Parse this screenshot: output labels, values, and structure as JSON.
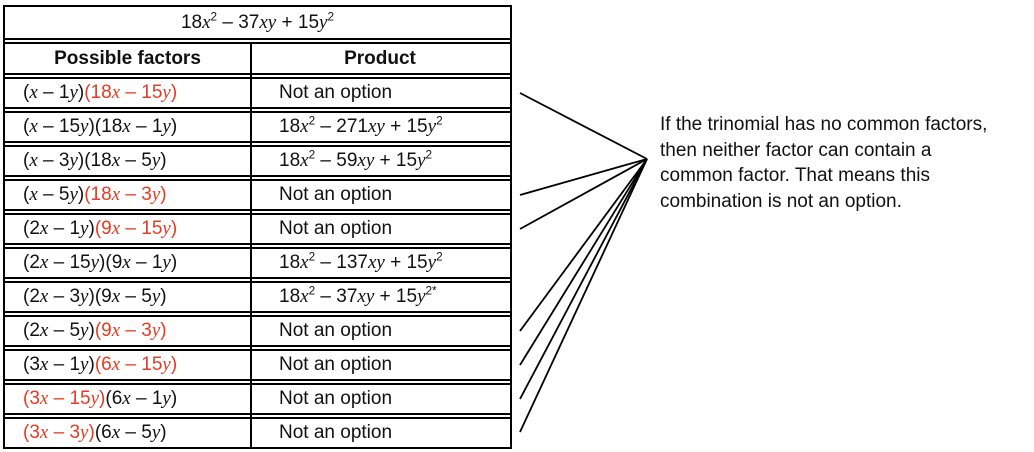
{
  "table": {
    "title": "18x^2 – 37xy + 15y^2",
    "columns": [
      "Possible factors",
      "Product"
    ],
    "rows": [
      {
        "factors": [
          {
            "text": "(x – 1y)",
            "red": false
          },
          {
            "text": "(18x – 15y)",
            "red": true
          }
        ],
        "product": "Not an option",
        "callout": true
      },
      {
        "factors": [
          {
            "text": "(x – 15y)",
            "red": false
          },
          {
            "text": "(18x – 1y)",
            "red": false
          }
        ],
        "product": "18x^2 – 271xy + 15y^2",
        "callout": false
      },
      {
        "factors": [
          {
            "text": "(x – 3y)",
            "red": false
          },
          {
            "text": "(18x – 5y)",
            "red": false
          }
        ],
        "product": "18x^2 – 59xy + 15y^2",
        "callout": false
      },
      {
        "factors": [
          {
            "text": "(x – 5y)",
            "red": false
          },
          {
            "text": "(18x – 3y)",
            "red": true
          }
        ],
        "product": "Not an option",
        "callout": true
      },
      {
        "factors": [
          {
            "text": "(2x – 1y)",
            "red": false
          },
          {
            "text": "(9x – 15y)",
            "red": true
          }
        ],
        "product": "Not an option",
        "callout": true
      },
      {
        "factors": [
          {
            "text": "(2x – 15y)",
            "red": false
          },
          {
            "text": "(9x – 1y)",
            "red": false
          }
        ],
        "product": "18x^2 – 137xy + 15y^2",
        "callout": false
      },
      {
        "factors": [
          {
            "text": "(2x – 3y)",
            "red": false
          },
          {
            "text": "(9x – 5y)",
            "red": false
          }
        ],
        "product": "18x^2 – 37xy + 15y^2*",
        "callout": false
      },
      {
        "factors": [
          {
            "text": "(2x – 5y)",
            "red": false
          },
          {
            "text": "(9x – 3y)",
            "red": true
          }
        ],
        "product": "Not an option",
        "callout": true
      },
      {
        "factors": [
          {
            "text": "(3x – 1y)",
            "red": false
          },
          {
            "text": "(6x – 15y)",
            "red": true
          }
        ],
        "product": "Not an option",
        "callout": true
      },
      {
        "factors": [
          {
            "text": "(3x – 15y)",
            "red": true
          },
          {
            "text": "(6x – 1y)",
            "red": false
          }
        ],
        "product": "Not an option",
        "callout": true
      },
      {
        "factors": [
          {
            "text": "(3x – 3y)",
            "red": true
          },
          {
            "text": "(6x – 5y)",
            "red": false
          }
        ],
        "product": "Not an option",
        "callout": true
      }
    ]
  },
  "annotation": {
    "text": "If the trinomial has no common factors, then neither factor can contain a common factor. That means this combination is not an option.",
    "lines": [
      "If the trinomial has no common factors,",
      "then neither factor can contain a",
      "common factor. That means this",
      "combination is not an option."
    ]
  },
  "colors": {
    "highlight_red": "#e63b22",
    "line_black": "#000000"
  }
}
